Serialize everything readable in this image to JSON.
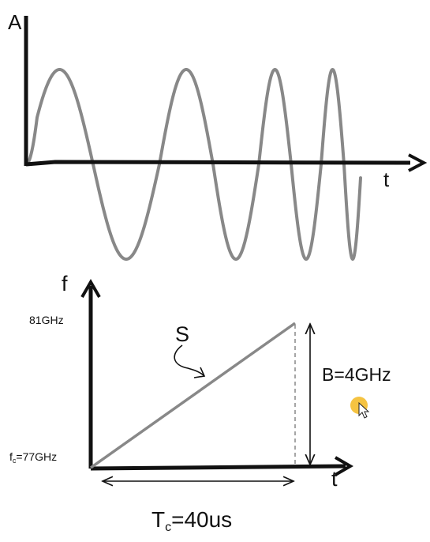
{
  "top_plot": {
    "y_axis_label": "A",
    "x_axis_label": "t"
  },
  "bottom_plot": {
    "y_axis_label": "f",
    "x_axis_label": "t",
    "tick_high": "81GHz",
    "tick_low_prefix": "f",
    "tick_low_subscript": "c",
    "tick_low_suffix": "=77GHz",
    "slope_label": "S",
    "bandwidth_label": "B=4GHz",
    "chirp_time_prefix": "T",
    "chirp_time_subscript": "c",
    "chirp_time_suffix": "=40us"
  },
  "colors": {
    "axis": "#111111",
    "signal": "#888888",
    "cursor_highlight": "#f3b820"
  },
  "icons": [
    "mouse-pointer-icon"
  ]
}
